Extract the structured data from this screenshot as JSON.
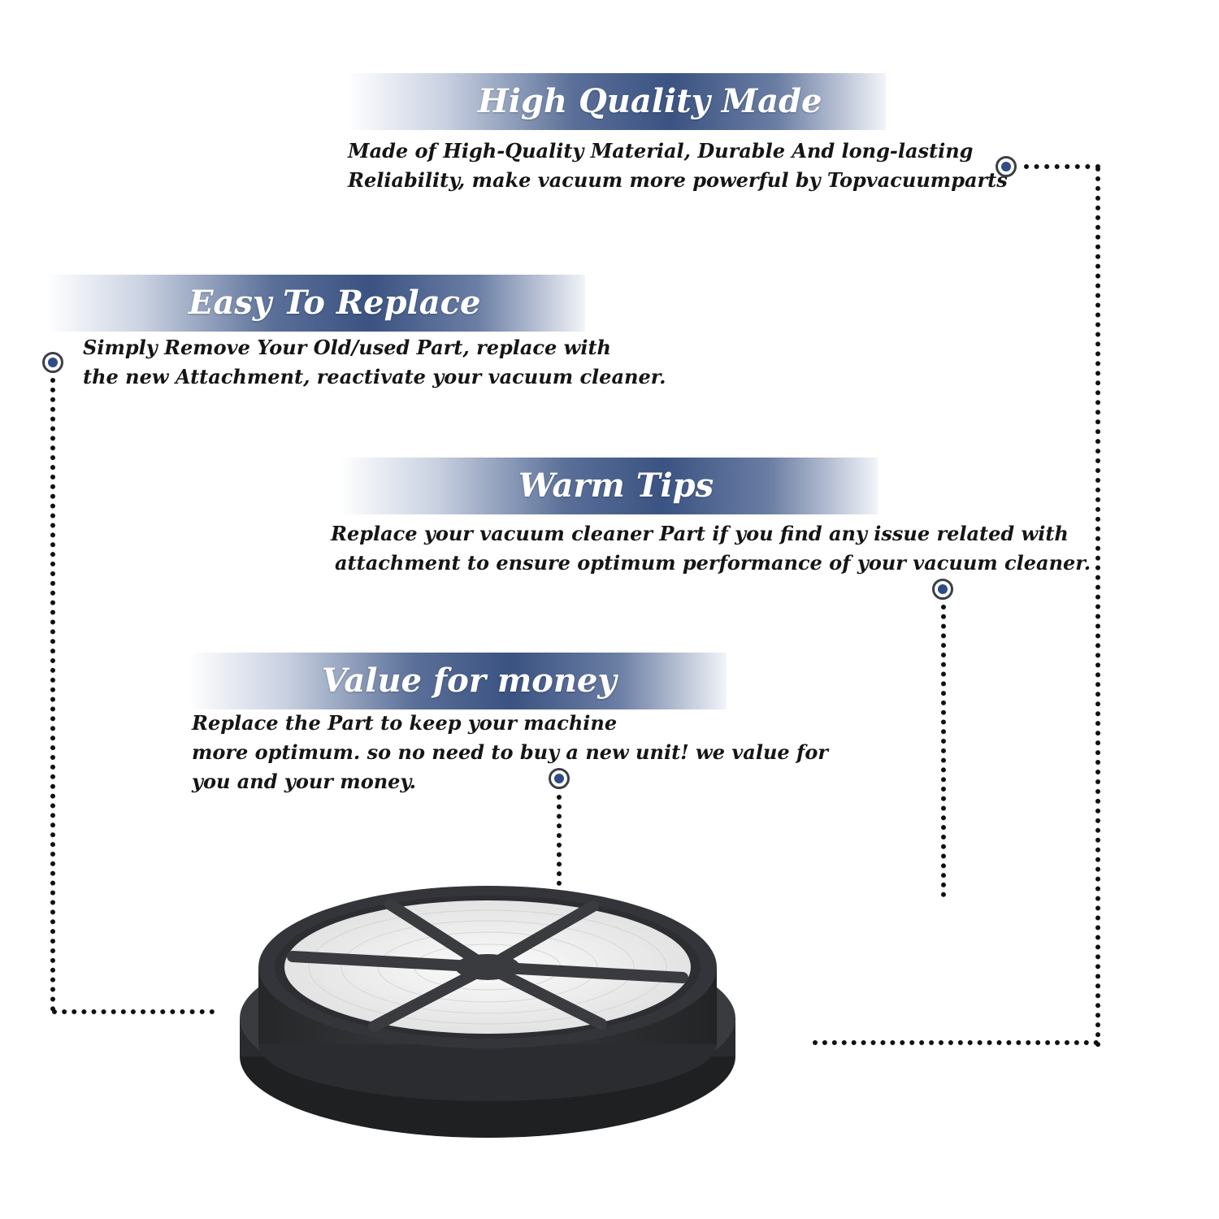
{
  "sections": {
    "quality": {
      "title": "High Quality Made",
      "lines": [
        "Made of  High-Quality Material, Durable And long-lasting",
        "Reliability, make vacuum more powerful by Topvacuumparts"
      ]
    },
    "replace": {
      "title": "Easy To Replace",
      "lines": [
        "Simply Remove Your Old/used Part, replace with",
        "the new Attachment, reactivate your vacuum cleaner."
      ]
    },
    "tips": {
      "title": "Warm Tips",
      "lines": [
        "Replace your vacuum cleaner Part if you find any issue related with",
        "attachment to ensure optimum performance of your vacuum cleaner."
      ]
    },
    "value": {
      "title": "Value for money",
      "lines": [
        "Replace the Part to keep your machine",
        "more optimum. so no need to buy a new unit! we value for",
        "you and your money."
      ]
    }
  },
  "colors": {
    "banner_dark": "#3b5382",
    "marker_dot": "#2f4c86",
    "filter_body": "#2d2e31",
    "filter_media": "#f1f1f1"
  },
  "icons": {
    "marker": "target-dot-icon",
    "product": "round-hepa-filter"
  }
}
